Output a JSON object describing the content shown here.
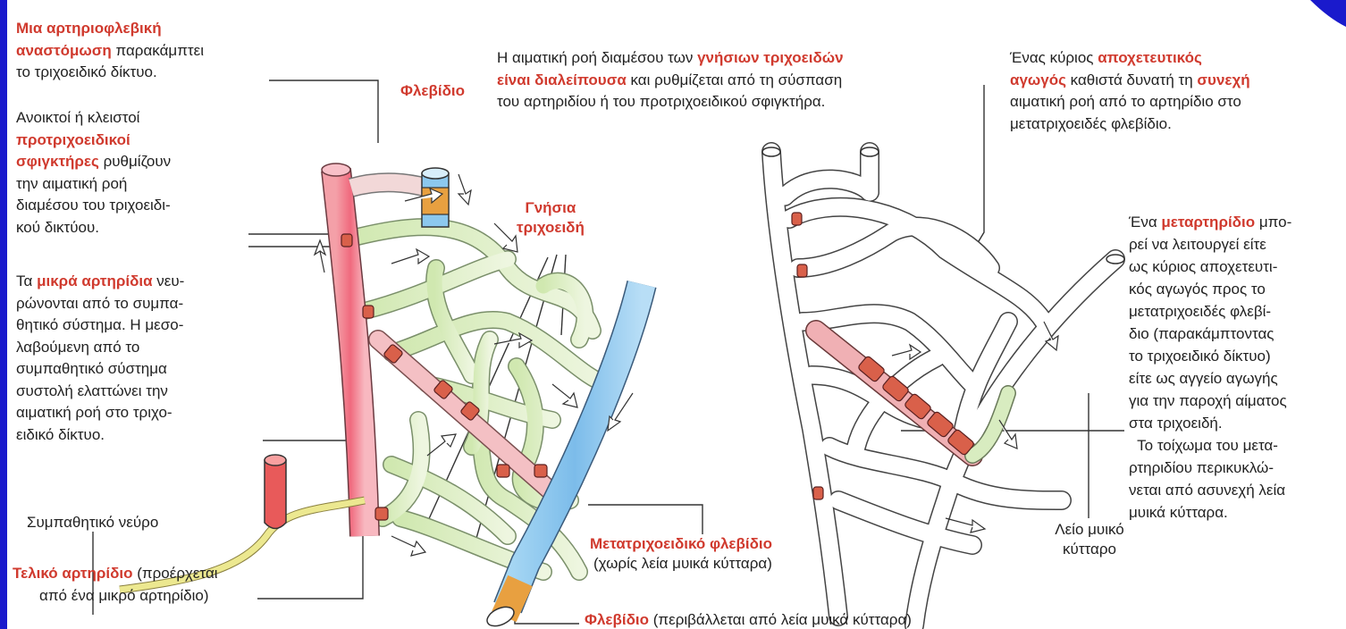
{
  "texts": {
    "anastomosis": {
      "l1_red": "Μια αρτηριοφλεβική",
      "l2_red": "αναστόμωση",
      "l2_rest": " παρακάμπτει",
      "l3": "το τριχοειδικό δίκτυο."
    },
    "sphincters": {
      "l1": "Ανοικτοί ή κλειστοί",
      "l2_red": "προτριχοειδικοί",
      "l3_red": "σφιγκτήρες",
      "l3_rest": " ρυθμίζουν",
      "l4": "την αιματική ροή",
      "l5": "διαμέσου του τριχοειδι-",
      "l6": "κού δικτύου."
    },
    "small_arterioles": {
      "l1_a": "Τα ",
      "l1_red": "μικρά αρτηρίδια",
      "l1_rest": " νευ-",
      "l2": "ρώνονται από το συμπα-",
      "l3": "θητικό σύστημα. Η μεσο-",
      "l4": "λαβούμενη από το",
      "l5": "συμπαθητικό σύστημα",
      "l6": "συστολή ελαττώνει την",
      "l7": "αιματική ροή στο τριχο-",
      "l8": "ειδικό δίκτυο."
    },
    "sympathetic_nerve": "Συμπαθητικό νεύρο",
    "terminal_arteriole": {
      "red": "Τελικό αρτηρίδιο",
      "rest": " (προέρχεται",
      "l2": "από ένα μικρό αρτηρίδιο)"
    },
    "venule_top": "Φλεβίδιο",
    "true_capillaries_top": {
      "l1_a": "Η αιματική ροή διαμέσου των ",
      "l1_red": "γνήσιων τριχοειδών",
      "l2_red": "είναι διαλείπουσα",
      "l2_rest": " και ρυθμίζεται από τη σύσπαση",
      "l3": "του αρτηριδίου ή του προτριχοειδικού σφιγκτήρα."
    },
    "true_capillaries_label": {
      "l1": "Γνήσια",
      "l2": "τριχοειδή"
    },
    "postcapillary_venule": {
      "red": "Μετατριχοειδικό φλεβίδιο",
      "rest": "(χωρίς λεία μυικά κύτταρα)"
    },
    "venule_bottom": {
      "red": "Φλεβίδιο",
      "rest": " (περιβάλλεται από λεία μυικά κύτταρα)"
    },
    "thoroughfare": {
      "l1_a": "Ένας κύριος ",
      "l1_red": "αποχετευτικός",
      "l2_red": "αγωγός",
      "l2_mid": " καθιστά δυνατή τη ",
      "l2_red2": "συνεχή",
      "l3": "αιματική ροή από το αρτηρίδιο στο",
      "l4": "μετατριχοειδές φλεβίδιο."
    },
    "metarteriole": {
      "l1_a": "Ένα ",
      "l1_red": "μεταρτηρίδιο",
      "l1_rest": " μπο-",
      "l2": "ρεί να λειτουργεί είτε",
      "l3": "ως κύριος αποχετευτι-",
      "l4": "κός αγωγός προς το",
      "l5": "μετατριχοειδές φλεβί-",
      "l6": "διο (παρακάμπτοντας",
      "l7": "το τριχοειδικό δίκτυο)",
      "l8": "είτε ως αγγείο αγωγής",
      "l9": "για την παροχή αίματος",
      "l10": "στα τριχοειδή.",
      "l11": "  Το τοίχωμα του μετα-",
      "l12": "ρτηριδίου περικυκλώ-",
      "l13": "νεται από ασυνεχή λεία",
      "l14": "μυικά κύτταρα."
    },
    "smooth_muscle": {
      "l1": "Λείο μυικό",
      "l2": "κύτταρο"
    }
  },
  "colors": {
    "frame": "#1a1acc",
    "red_text": "#d03a2e",
    "artery": "#f07a8a",
    "vein": "#8cc8ee",
    "capillary": "#d8ecc0",
    "sphincter": "#d9604a",
    "nerve": "#e8e090",
    "muscle_band": "#e8a040"
  }
}
